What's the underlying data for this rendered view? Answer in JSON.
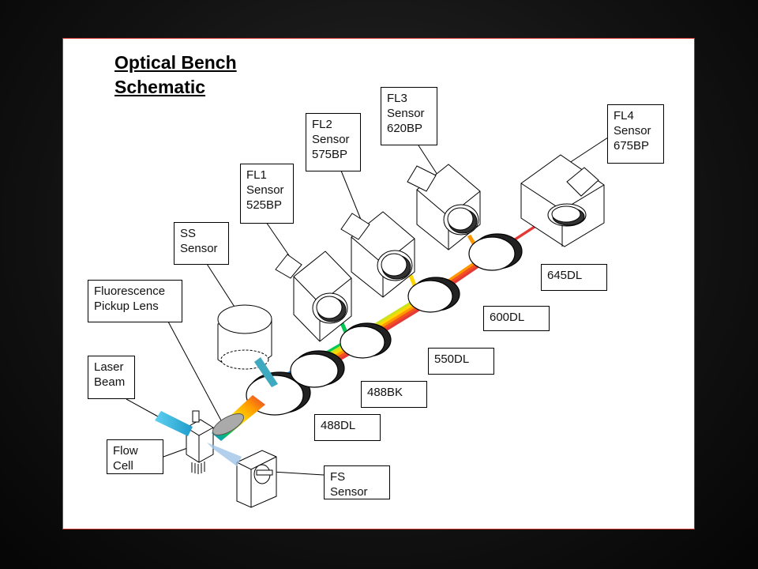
{
  "title": {
    "line1": "Optical Bench",
    "line2": "Schematic"
  },
  "labels": {
    "fl1": [
      "FL1",
      "Sensor",
      "525BP"
    ],
    "fl2": [
      "FL2",
      "Sensor",
      "575BP"
    ],
    "fl3": [
      "FL3",
      "Sensor",
      "620BP"
    ],
    "fl4": [
      "FL4",
      "Sensor",
      "675BP"
    ],
    "ss": [
      "SS",
      "Sensor"
    ],
    "lens": [
      "Fluorescence",
      "Pickup Lens"
    ],
    "laser": [
      "Laser",
      "Beam"
    ],
    "flowcell": [
      "Flow",
      "Cell"
    ],
    "fs": [
      "FS",
      "Sensor"
    ],
    "f488dl": "488DL",
    "f488bk": "488BK",
    "f550dl": "550DL",
    "f600dl": "600DL",
    "f645dl": "645DL"
  },
  "colors": {
    "frame": "#c9302c",
    "laser": "#2ab7d9",
    "spectrum": [
      "#1e88e5",
      "#00c853",
      "#cde21a",
      "#ffd600",
      "#ff9800",
      "#f4511e",
      "#e53935"
    ]
  }
}
